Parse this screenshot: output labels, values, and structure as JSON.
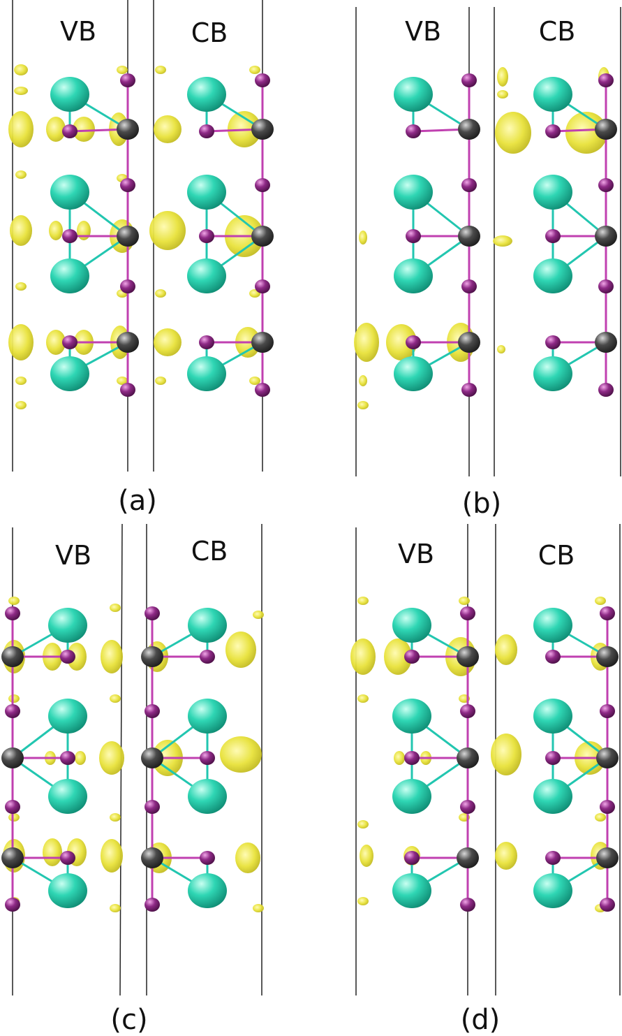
{
  "figure": {
    "panels": [
      {
        "id": "a",
        "caption": "(a)",
        "headers": [
          "VB",
          "CB"
        ]
      },
      {
        "id": "b",
        "caption": "(b)",
        "headers": [
          "VB",
          "CB"
        ]
      },
      {
        "id": "c",
        "caption": "(c)",
        "headers": [
          "VB",
          "CB"
        ]
      },
      {
        "id": "d",
        "caption": "(d)",
        "headers": [
          "VB",
          "CB"
        ]
      }
    ],
    "colors": {
      "large_atom": "#2fd6b4",
      "small_atom": "#8e2a86",
      "dark_atom": "#4a4a4a",
      "isosurface": "#e8e23a",
      "bond_cyan": "#22c6b0",
      "bond_magenta": "#c040b0",
      "frame_line": "#222222"
    }
  }
}
